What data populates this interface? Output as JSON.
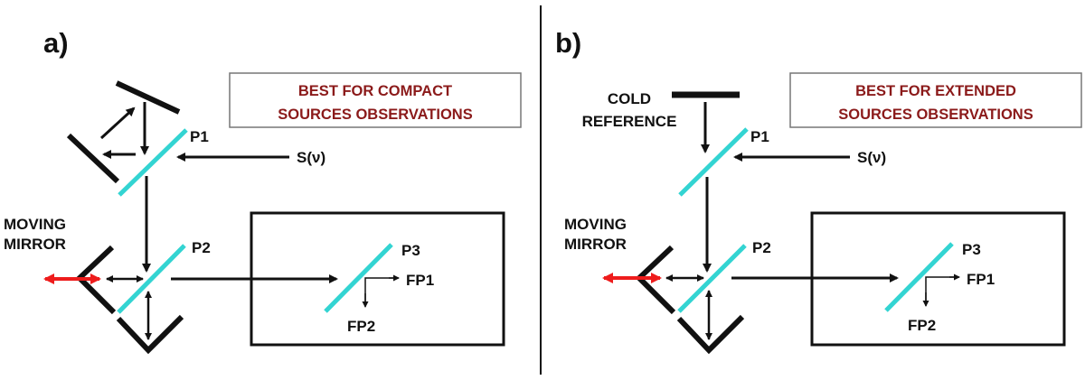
{
  "colors": {
    "beamsplitter": "#33d4d2",
    "mirror": "#111111",
    "moving_arrow": "#ee1c1c",
    "note_text": "#8b1a1a",
    "note_border": "#777777",
    "line": "#111111"
  },
  "panels": [
    {
      "id": "a",
      "label": "a)",
      "note": [
        "BEST FOR COMPACT",
        "SOURCES OBSERVATIONS"
      ],
      "source_label": "S(ν)",
      "moving_mirror_label": [
        "MOVING",
        "MIRROR"
      ],
      "beamsplitters": [
        "P1",
        "P2",
        "P3"
      ],
      "outputs": [
        "FP1",
        "FP2"
      ]
    },
    {
      "id": "b",
      "label": "b)",
      "note": [
        "BEST FOR EXTENDED",
        "SOURCES OBSERVATIONS"
      ],
      "source_label": "S(ν)",
      "reference_label": [
        "COLD",
        "REFERENCE"
      ],
      "moving_mirror_label": [
        "MOVING",
        "MIRROR"
      ],
      "beamsplitters": [
        "P1",
        "P2",
        "P3"
      ],
      "outputs": [
        "FP1",
        "FP2"
      ]
    }
  ]
}
